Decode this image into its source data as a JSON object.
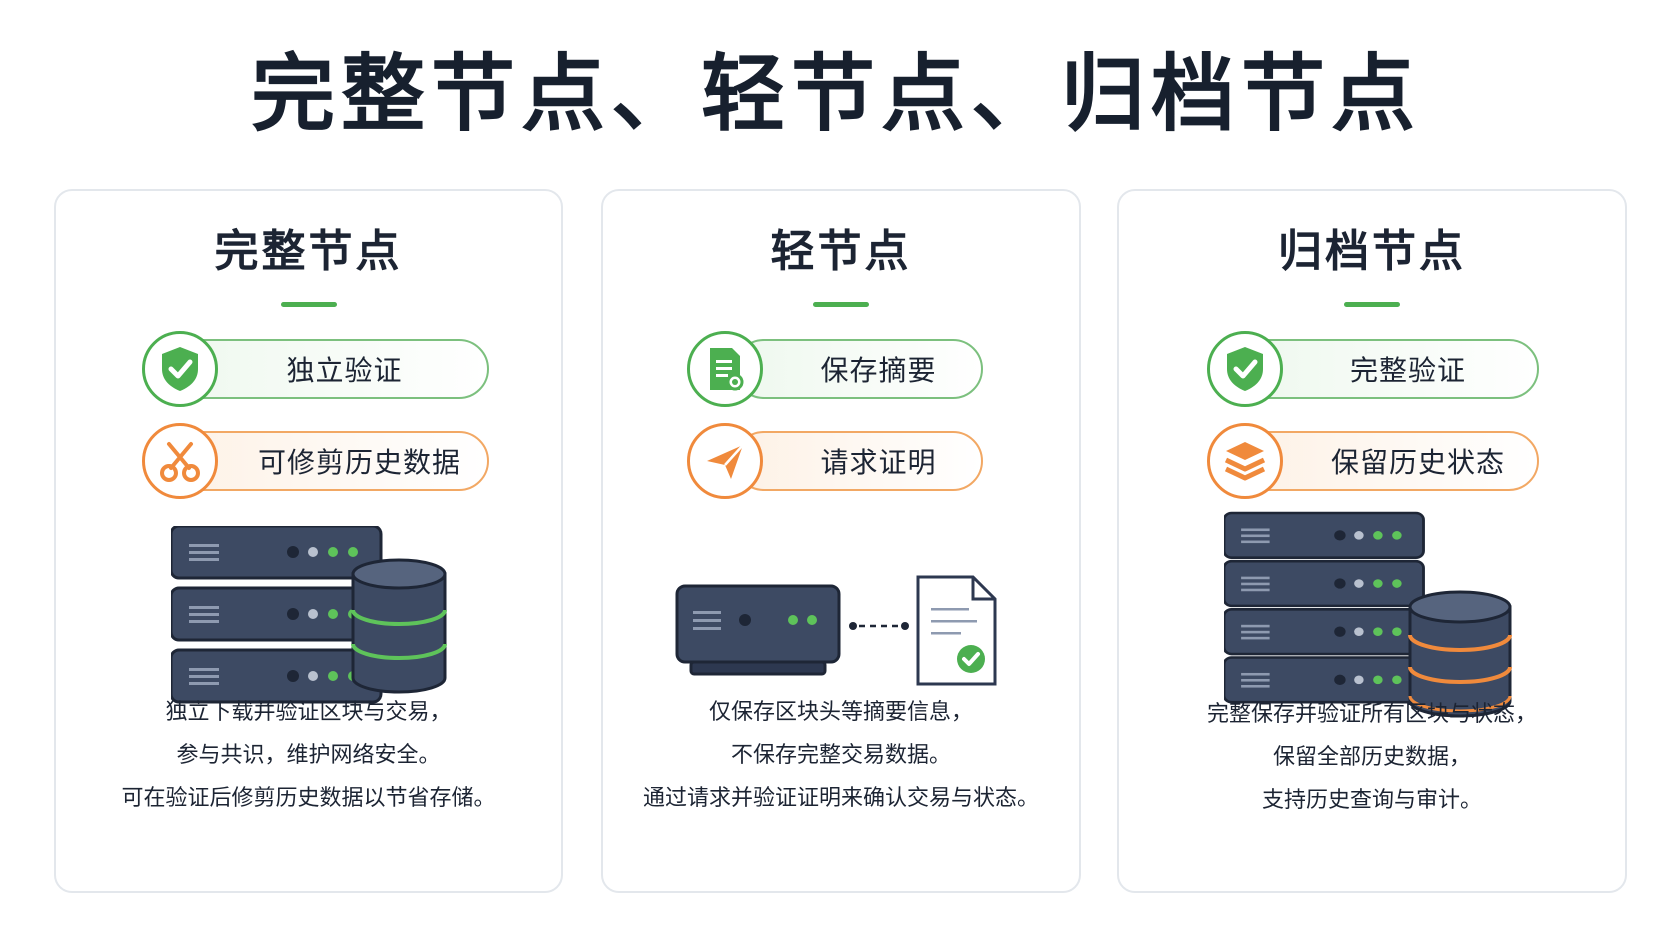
{
  "title": "完整节点、轻节点、归档节点",
  "colors": {
    "accent_green": "#4caf50",
    "accent_orange": "#f08a3c",
    "server_body": "#3d4a63",
    "text": "#1c2433"
  },
  "cards": [
    {
      "title": "完整节点",
      "features": [
        {
          "label": "独立验证",
          "icon": "shield-check-icon",
          "color": "green"
        },
        {
          "label": "可修剪历史数据",
          "icon": "scissors-icon",
          "color": "orange"
        }
      ],
      "description": [
        "独立下载并验证区块与交易，",
        "参与共识，维护网络安全。",
        "可在验证后修剪历史数据以节省存储。"
      ]
    },
    {
      "title": "轻节点",
      "features": [
        {
          "label": "保存摘要",
          "icon": "document-icon",
          "color": "green"
        },
        {
          "label": "请求证明",
          "icon": "paper-plane-icon",
          "color": "orange"
        }
      ],
      "description": [
        "仅保存区块头等摘要信息，",
        "不保存完整交易数据。",
        "通过请求并验证证明来确认交易与状态。"
      ]
    },
    {
      "title": "归档节点",
      "features": [
        {
          "label": "完整验证",
          "icon": "shield-check-icon",
          "color": "green"
        },
        {
          "label": "保留历史状态",
          "icon": "layers-icon",
          "color": "orange"
        }
      ],
      "description": [
        "完整保存并验证所有区块与状态，",
        "保留全部历史数据，",
        "支持历史查询与审计。"
      ]
    }
  ]
}
